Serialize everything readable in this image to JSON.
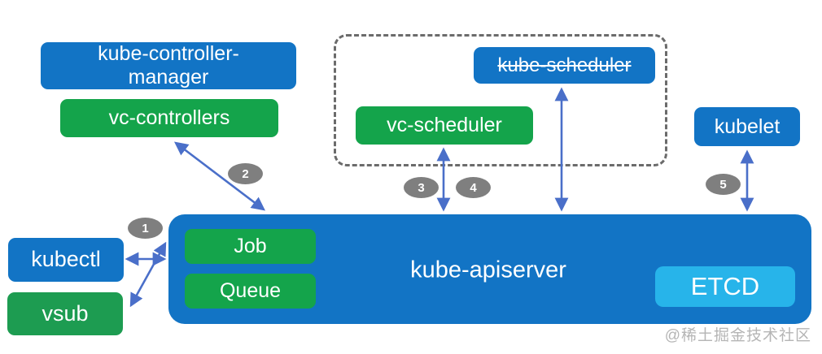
{
  "diagram": {
    "nodes": {
      "kube_controller_manager": {
        "lines": [
          "kube-controller-",
          "manager"
        ]
      },
      "vc_controllers": {
        "label": "vc-controllers"
      },
      "kube_scheduler": {
        "label": "kube-scheduler"
      },
      "vc_scheduler": {
        "label": "vc-scheduler"
      },
      "kubelet": {
        "label": "kubelet"
      },
      "kubectl": {
        "label": "kubectl"
      },
      "vsub": {
        "label": "vsub"
      },
      "kube_apiserver": {
        "label": "kube-apiserver"
      },
      "job": {
        "label": "Job"
      },
      "queue": {
        "label": "Queue"
      },
      "etcd": {
        "label": "ETCD"
      }
    },
    "badges": [
      "1",
      "2",
      "3",
      "4",
      "5"
    ],
    "watermark": "@稀土掘金技术社区",
    "colors": {
      "node_blue": "#1274c5",
      "node_green": "#14a44b",
      "node_green_dark": "#1d9c51",
      "etcd_cyan": "#27b4ea",
      "arrow_blue": "#4a6fc9",
      "badge_gray": "#7f7f7f",
      "dash_gray": "#6b6b6b",
      "watermark_gray": "#b5b5b5"
    }
  }
}
